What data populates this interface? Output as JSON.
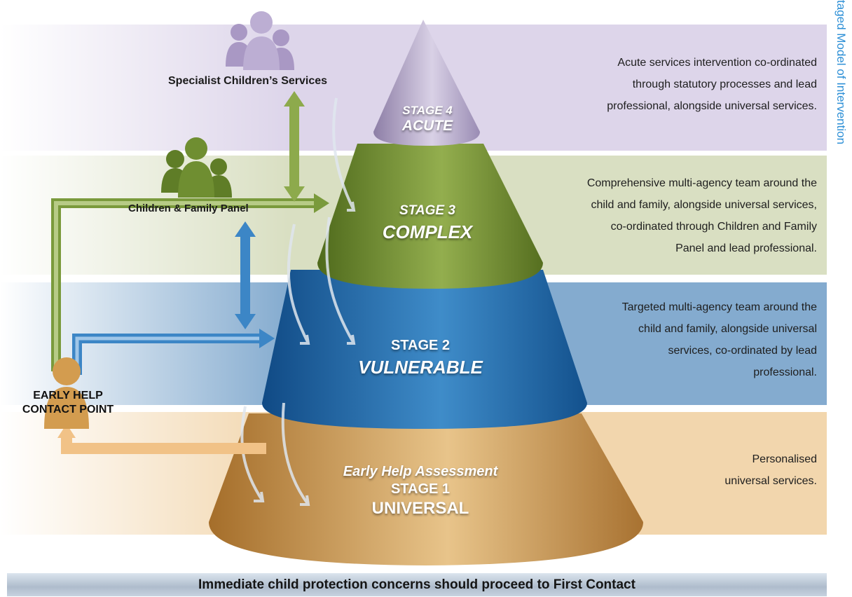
{
  "side_title": "taged Model of Intervention",
  "colors": {
    "stage4": "#ddd5ea",
    "stage3": "#d9dfc2",
    "stage2": "#6e9cc7",
    "stage1": "#f2d6ad",
    "cone4": "#b7a8cc",
    "cone3": "#7e9a3a",
    "cone2": "#2f6fa8",
    "cone1": "#c9934a"
  },
  "stages": {
    "stage4": {
      "num": "STAGE 4",
      "name": "ACUTE",
      "desc": [
        "Acute services intervention co-ordinated",
        "through statutory processes and lead",
        "professional, alongside universal services."
      ]
    },
    "stage3": {
      "num": "STAGE 3",
      "name": "COMPLEX",
      "desc": [
        "Comprehensive multi-agency team around the",
        "child and family, alongside universal services,",
        "co-ordinated through Children and Family",
        "Panel and lead professional."
      ]
    },
    "stage2": {
      "num": "STAGE 2",
      "name": "VULNERABLE",
      "desc": [
        "Targeted multi-agency team around the",
        "child and family, alongside universal",
        "services, co-ordinated by lead",
        "professional."
      ]
    },
    "stage1": {
      "pre": "Early Help Assessment",
      "num": "STAGE 1",
      "name": "UNIVERSAL",
      "desc": [
        "Personalised",
        "universal services."
      ]
    }
  },
  "labels": {
    "specialist": "Specialist Children’s Services",
    "panel": "Children & Family Panel",
    "early_help_1": "EARLY HELP",
    "early_help_2": "CONTACT POINT"
  },
  "footer": "Immediate child protection concerns should proceed to First Contact"
}
